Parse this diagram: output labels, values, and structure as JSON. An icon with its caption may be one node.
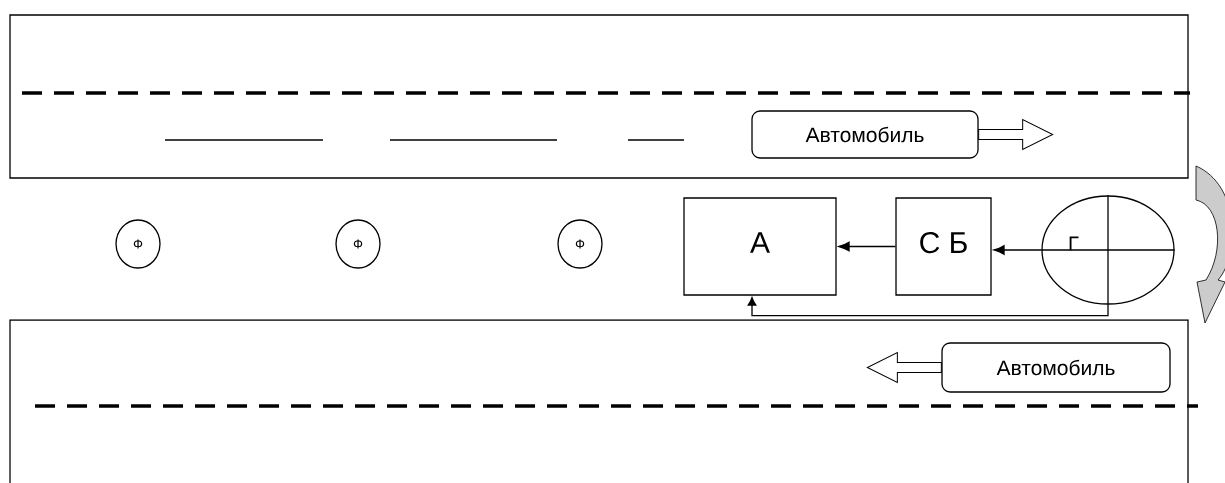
{
  "diagram": {
    "nodes": [
      {
        "text": [],
        "shape": "box"
      },
      {
        "text": [
          "Автомобиль"
        ],
        "in": 0
      },
      {
        "text": [],
        "shape": "box"
      },
      {
        "text": [
          "Автомобиль"
        ],
        "in": 2
      },
      {
        "text": [
          "Ф"
        ]
      },
      {
        "text": [
          "Ф"
        ]
      },
      {
        "text": [
          "Ф"
        ]
      },
      {
        "text": [
          "А"
        ]
      },
      {
        "text": [
          "С Б"
        ]
      },
      {
        "text": [
          "Г"
        ]
      }
    ],
    "edges": [
      {
        "from": 1,
        "to": null,
        "arrow": "to"
      },
      {
        "from": 3,
        "to": null,
        "arrow": "to"
      },
      {
        "from": 9,
        "to": 8,
        "arrow": "to"
      },
      {
        "from": 8,
        "to": 7,
        "arrow": "to"
      },
      {
        "from": 9,
        "to": 7,
        "arrow": "to"
      }
    ]
  }
}
